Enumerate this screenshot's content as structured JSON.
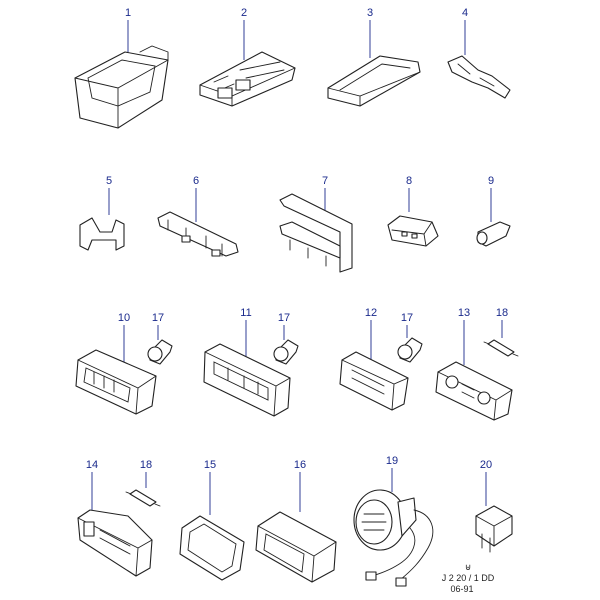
{
  "callouts": [
    {
      "label": "1"
    },
    {
      "label": "2"
    },
    {
      "label": "3"
    },
    {
      "label": "4"
    },
    {
      "label": "5"
    },
    {
      "label": "6"
    },
    {
      "label": "7"
    },
    {
      "label": "8"
    },
    {
      "label": "9"
    },
    {
      "label": "10"
    },
    {
      "label": "17"
    },
    {
      "label": "11"
    },
    {
      "label": "17"
    },
    {
      "label": "12"
    },
    {
      "label": "17"
    },
    {
      "label": "13"
    },
    {
      "label": "18"
    },
    {
      "label": "14"
    },
    {
      "label": "18"
    },
    {
      "label": "15"
    },
    {
      "label": "16"
    },
    {
      "label": "19"
    },
    {
      "label": "20"
    }
  ],
  "reference": {
    "symbol": "⊎",
    "code": "J 2 20 / 1 DD",
    "date": "06-91"
  },
  "colors": {
    "callout": "#1a2a8c",
    "linework": "#222222"
  }
}
